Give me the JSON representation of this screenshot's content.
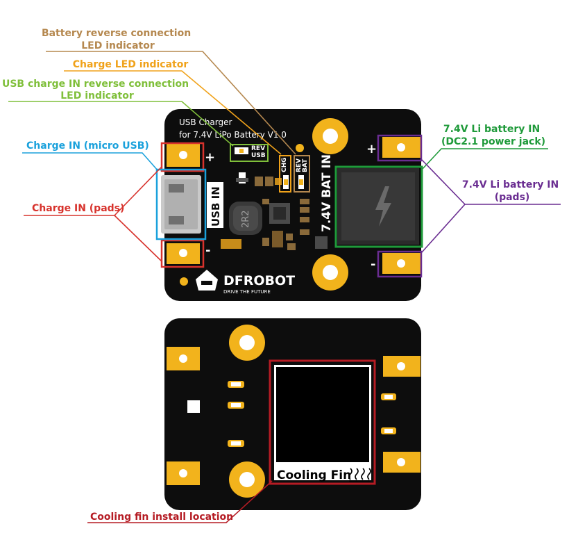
{
  "colors": {
    "pcb": "#0d0d0d",
    "gold": "#f2b31c",
    "gold_dark": "#c88a10",
    "brown": "#b5884f",
    "orange": "#f0a21a",
    "green_light": "#7fbf3a",
    "blue": "#1aa1dc",
    "red": "#d7322c",
    "green": "#1f9a3a",
    "purple": "#6a2d91",
    "dark_red": "#b51c24"
  },
  "annotations": {
    "battery_reverse_led": "Battery reverse connection\nLED indicator",
    "charge_led": "Charge LED indicator",
    "usb_reverse_led": "USB charge IN reverse connection\nLED indicator",
    "charge_in_micro_usb": "Charge IN  (micro USB)",
    "charge_in_pads": "Charge IN (pads)",
    "battery_in_jack": "7.4V Li battery IN\n(DC2.1 power jack)",
    "battery_in_pads": "7.4V Li battery IN\n(pads)",
    "cooling_fin_location": "Cooling fin install location"
  },
  "board_front": {
    "title": "USB Charger\nfor 7.4V LiPo Battery V1.0",
    "rev_usb": "REV\nUSB",
    "chg": "CHG",
    "rev_bat": "REV\nBAT",
    "bat_in": "7.4V BAT IN",
    "usb_in": "USB IN",
    "inductor": "2R2",
    "plus": "+",
    "minus": "-",
    "brand": "DFROBOT",
    "tagline": "DRIVE THE FUTURE"
  },
  "board_back": {
    "cooling_fin": "Cooling Fin"
  }
}
